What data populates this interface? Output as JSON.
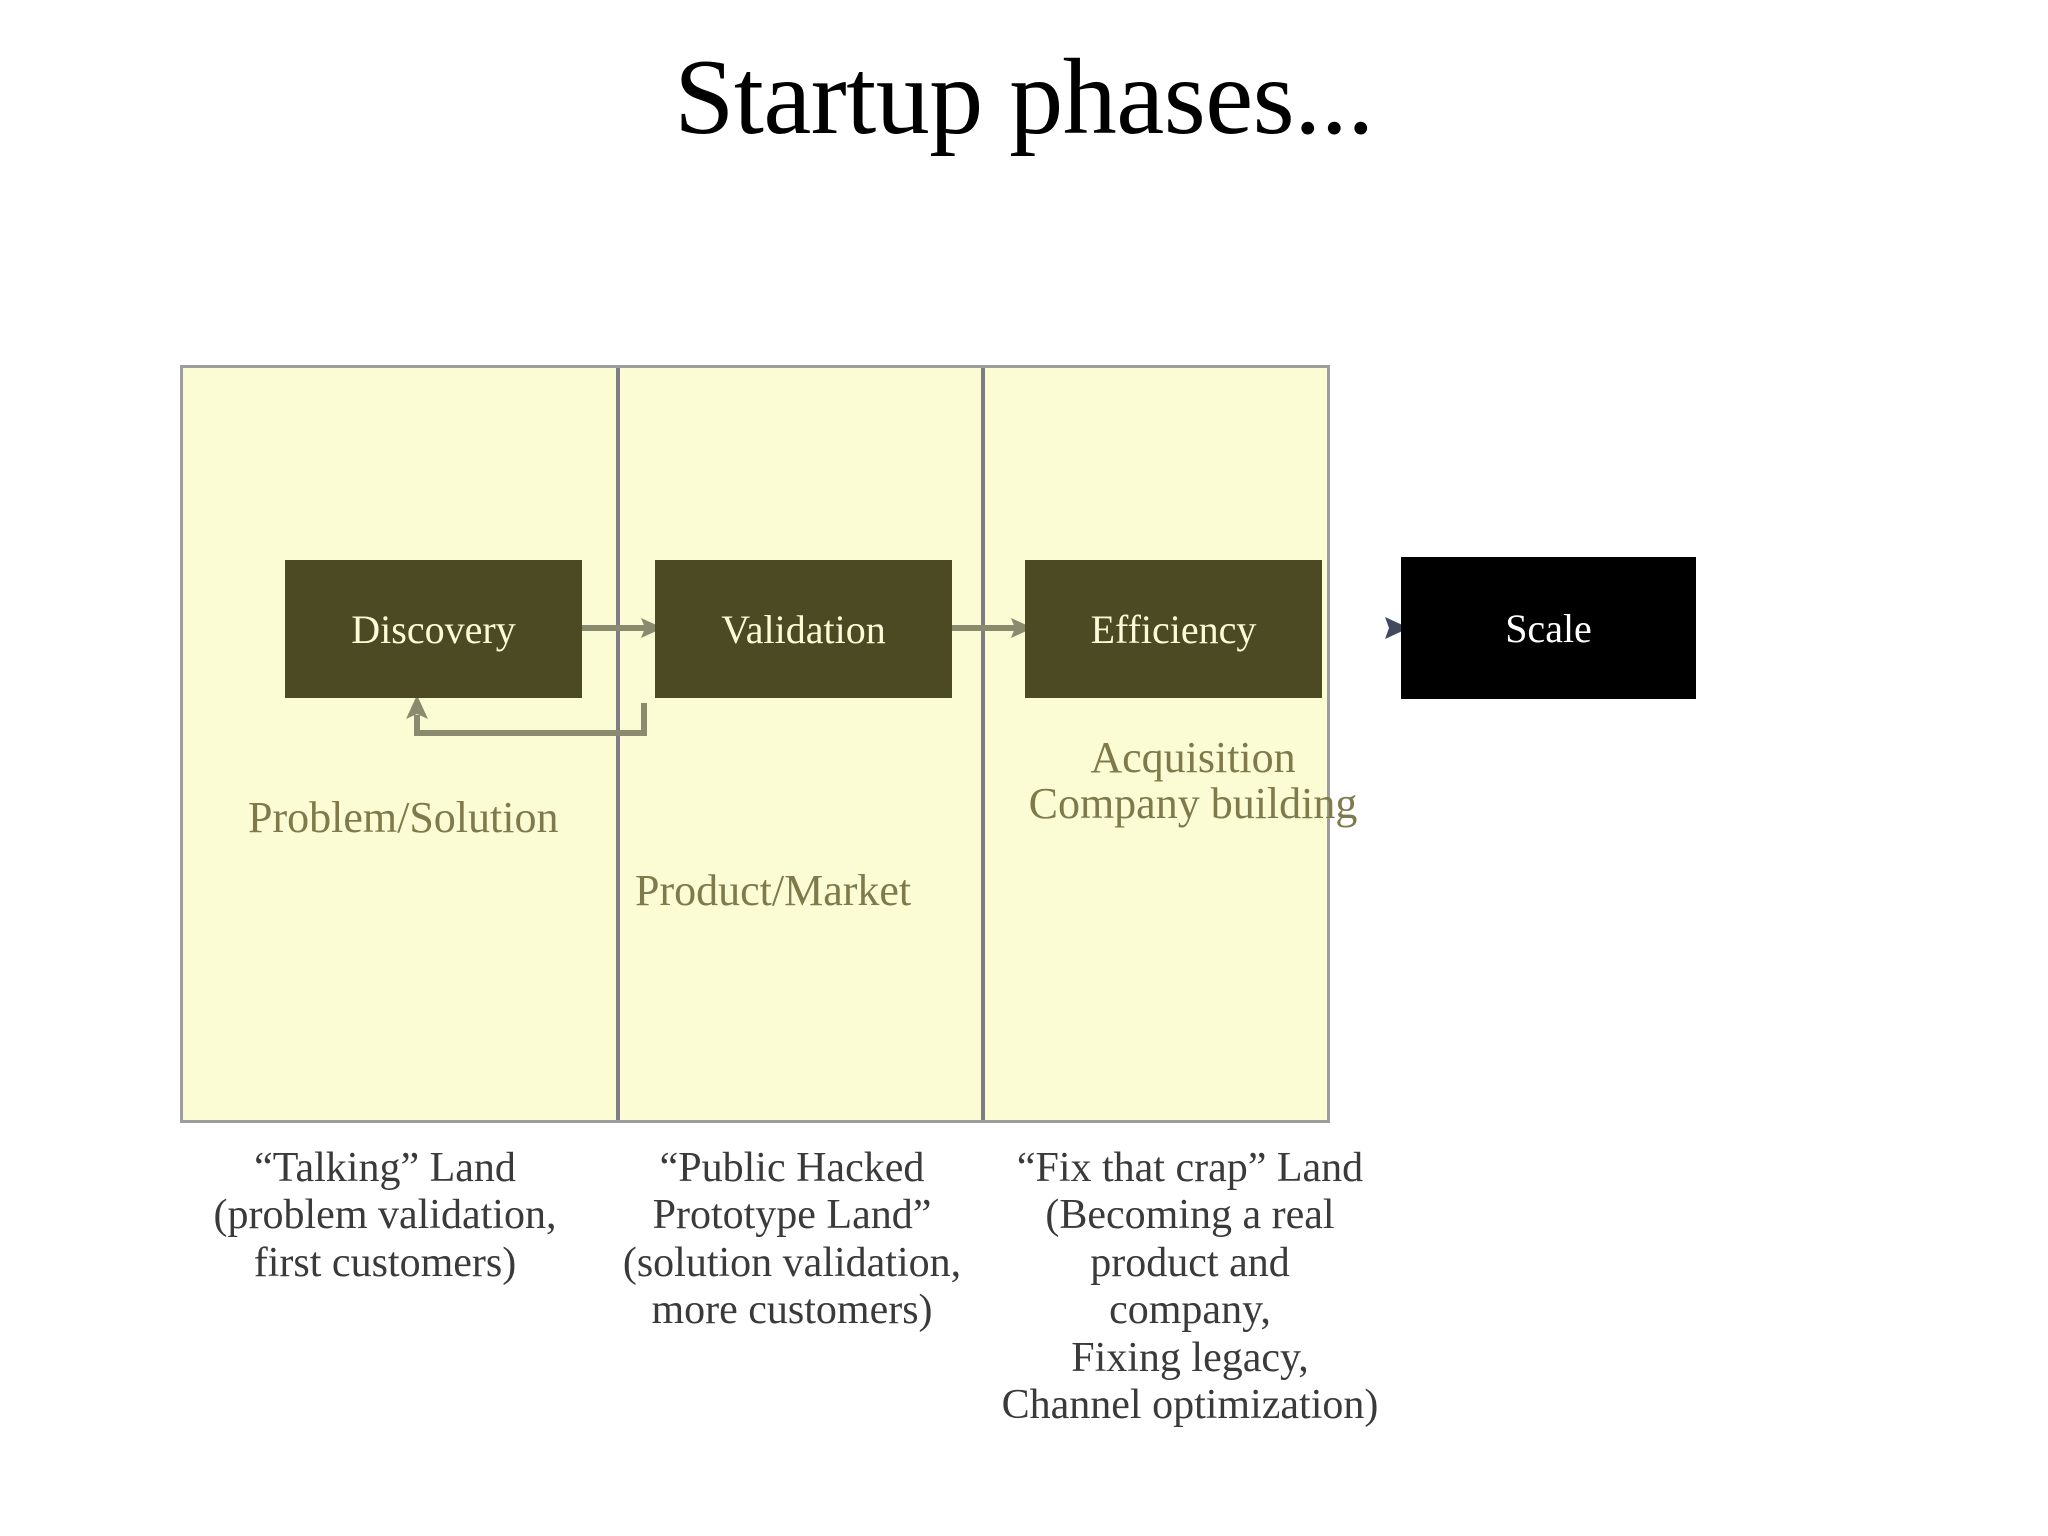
{
  "slide": {
    "title": "Startup phases...",
    "background_color": "#FFFFFF"
  },
  "diagram": {
    "type": "process-flow-with-swimlanes",
    "panel_background_color": "#FCFCD4",
    "panel_border_color": "#9D9D9D",
    "stage_box_color": "#4C4A22",
    "stage_text_color": "#FBFBD8",
    "final_stage_color": "#000000",
    "final_stage_text_color": "#FFFFFF",
    "lane_label_color": "#7E7A4B",
    "caption_color": "#3A3A3A",
    "connector_color": "#8A8A6E",
    "final_connector_color": "#3F4A5E",
    "stages": [
      {
        "label": "Discovery",
        "lane_label": "Problem/Solution"
      },
      {
        "label": "Validation",
        "lane_label": "Product/Market"
      },
      {
        "label": "Efficiency",
        "lane_label": "Acquisition\nCompany building"
      },
      {
        "label": "Scale",
        "lane_label": ""
      }
    ],
    "lane_labels": {
      "problem_solution": "Problem/Solution",
      "product_market": "Product/Market",
      "efficiency_line_1": "Acquisition",
      "efficiency_line_2": "Company building"
    },
    "feedback_loop": {
      "from": "Validation",
      "to": "Discovery",
      "description": "iteration arrow from Validation back to Discovery"
    }
  },
  "captions": {
    "discovery": [
      "“Talking” Land",
      "(problem validation,",
      "first customers)"
    ],
    "validation": [
      "“Public Hacked",
      "Prototype Land”",
      "(solution validation,",
      "more customers)"
    ],
    "efficiency": [
      "“Fix that crap” Land",
      "(Becoming a real",
      "product and",
      "company,",
      "Fixing legacy,",
      "Channel optimization)"
    ]
  }
}
